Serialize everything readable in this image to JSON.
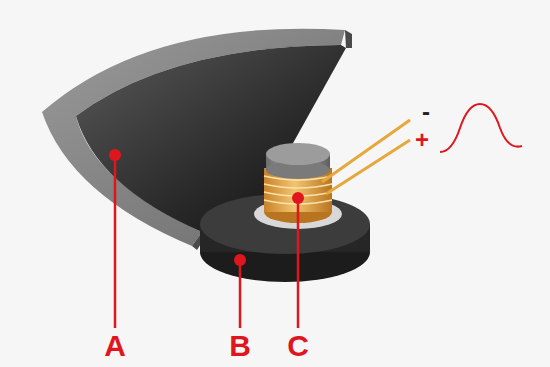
{
  "diagram": {
    "labels": [
      "A",
      "B",
      "C",
      "-",
      "+"
    ]
  }
}
